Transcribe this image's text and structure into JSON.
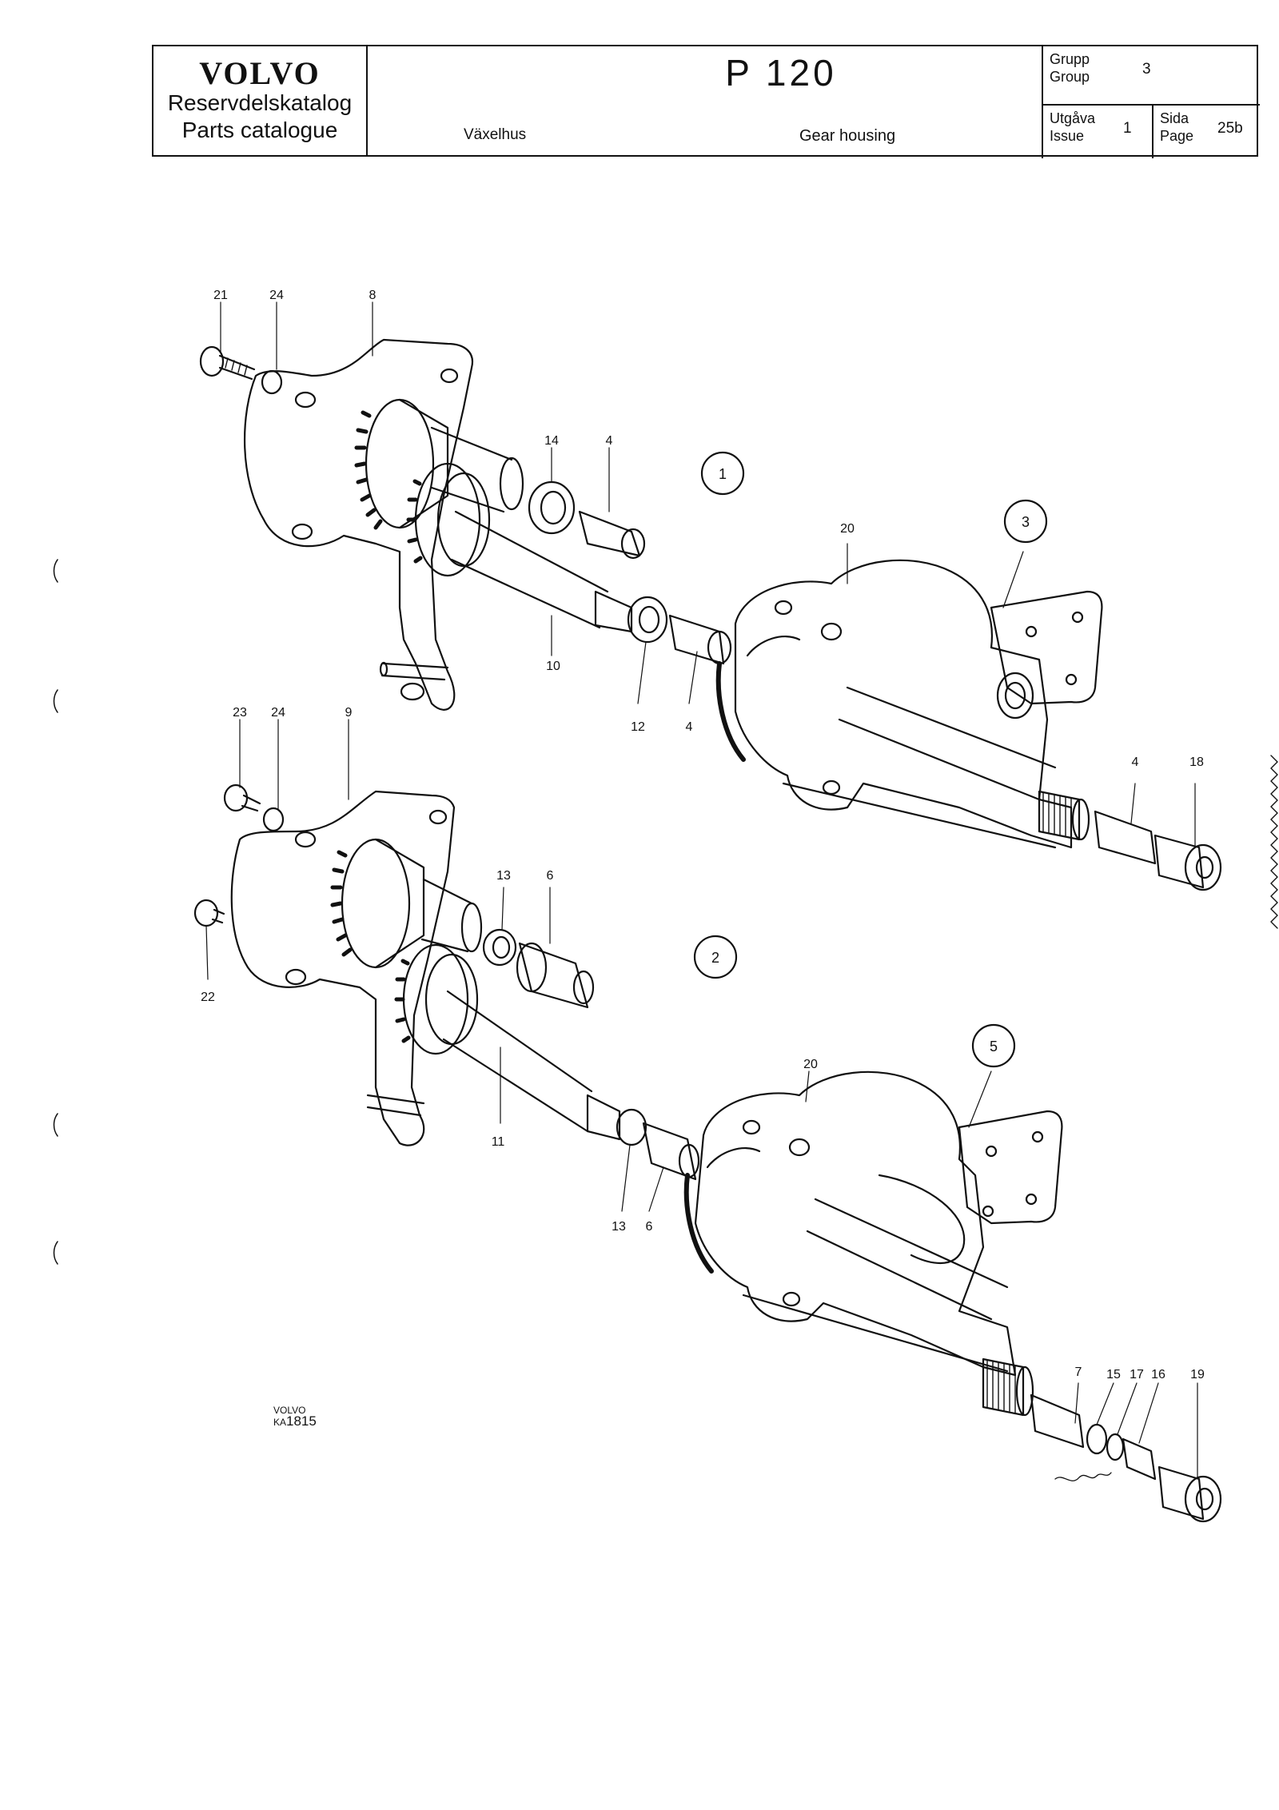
{
  "header": {
    "brand": "VOLVO",
    "catalog_sv": "Reservdelskatalog",
    "catalog_en": "Parts catalogue",
    "model": "P 120",
    "title_sv": "Växelhus",
    "title_en": "Gear housing",
    "group_label_sv": "Grupp",
    "group_label_en": "Group",
    "group_value": "3",
    "issue_label_sv": "Utgåva",
    "issue_label_en": "Issue",
    "issue_value": "1",
    "page_label_sv": "Sida",
    "page_label_en": "Page",
    "page_value": "25b"
  },
  "callouts": {
    "c21": "21",
    "c24a": "24",
    "c8": "8",
    "c14": "14",
    "c4a": "4",
    "c10": "10",
    "c12": "12",
    "c4b": "4",
    "c20a": "20",
    "c4c": "4",
    "c18": "18",
    "c23": "23",
    "c24b": "24",
    "c9": "9",
    "c13a": "13",
    "c6a": "6",
    "c22": "22",
    "c11": "11",
    "c13b": "13",
    "c6b": "6",
    "c20b": "20",
    "c7": "7",
    "c15": "15",
    "c17": "17",
    "c16": "16",
    "c19": "19"
  },
  "assemblies": {
    "a1": "1",
    "a2": "2",
    "a3": "3",
    "a5": "5"
  },
  "reference": {
    "brand": "VOLVO",
    "prefix": "KA",
    "number": "1815"
  }
}
